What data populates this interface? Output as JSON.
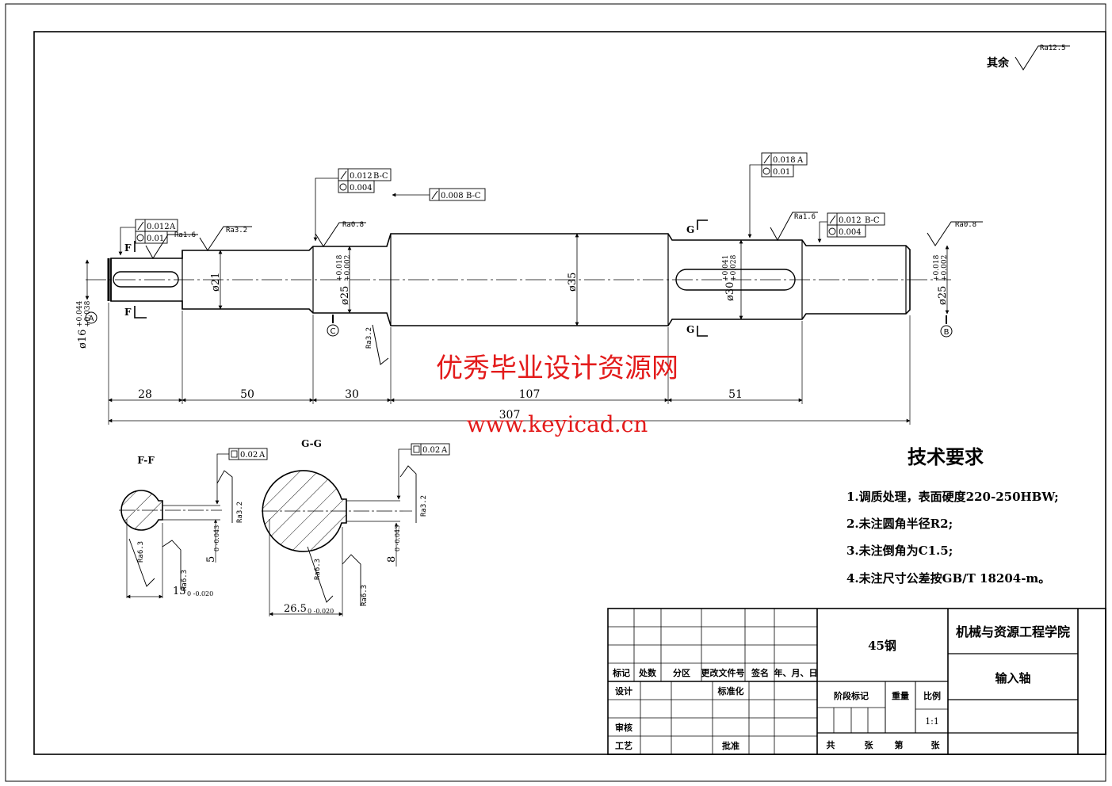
{
  "roughness_other": {
    "prefix": "其余",
    "value": "Ra12.5"
  },
  "roughness": {
    "left_end": "Ra1.6",
    "shaft21": "Ra3.2",
    "seat_c": "Ra0.8",
    "seat_c_shoulder": "Ra3.2",
    "key_g_right": "Ra1.6",
    "seat_b": "Ra0.8",
    "ff_flank": "Ra3.2",
    "ff_bottom": "Ra6.3",
    "ff_bottom2": "Ra6.3",
    "gg_flank": "Ra3.2",
    "gg_bottom": "Ra6.3",
    "gg_bottom2": "Ra6.3"
  },
  "tolerance_frames": {
    "left_runout": {
      "value": "0.012",
      "datum": "A"
    },
    "left_cyl": {
      "value": "0.01"
    },
    "c_runout": {
      "value": "0.012",
      "datum": "B-C"
    },
    "c_cyl": {
      "value": "0.004"
    },
    "d35_runout": {
      "value": "0.008",
      "datum": "B-C"
    },
    "g_runout": {
      "value": "0.018",
      "datum": "A"
    },
    "g_cyl": {
      "value": "0.01"
    },
    "b_runout": {
      "value": "0.012",
      "datum": "B-C"
    },
    "b_cyl": {
      "value": "0.004"
    },
    "ff_sym": {
      "value": "0.02",
      "datum": "A"
    },
    "gg_sym": {
      "value": "0.02",
      "datum": "A"
    }
  },
  "diameters": {
    "d16": "ø16",
    "d16_tol_upper": "+0.044",
    "d16_tol_lower": "+0.038",
    "d21": "ø21",
    "d25c": "ø25",
    "d25c_tol_upper": "+0.018",
    "d25c_tol_lower": "+0.002",
    "d35": "ø35",
    "d30": "ø30",
    "d30_tol_upper": "+0.041",
    "d30_tol_lower": "+0.028",
    "d25b": "ø25",
    "d25b_tol_upper": "+0.018",
    "d25b_tol_lower": "+0.002"
  },
  "lengths": {
    "l28": "28",
    "l50": "50",
    "l30": "30",
    "l107": "107",
    "l51": "51",
    "total": "307"
  },
  "datums": {
    "a": "A",
    "b": "B",
    "c": "C"
  },
  "sections": {
    "f_mark": "F",
    "g_mark": "G",
    "ff_title": "F-F",
    "gg_title": "G-G",
    "ff_depth": "5",
    "ff_depth_tol": "0 -0.043",
    "ff_width": "13",
    "ff_width_tol": "0 -0.020",
    "gg_depth": "8",
    "gg_depth_tol": "0 -0.043",
    "gg_width": "26.5",
    "gg_width_tol": "0 -0.020"
  },
  "watermark": {
    "title": "优秀毕业设计资源网",
    "url": "www.keyicad.cn"
  },
  "tech_requirements": {
    "heading": "技术要求",
    "items": [
      "1.调质处理，表面硬度220-250HBW;",
      "2.未注圆角半径R2;",
      "3.未注倒角为C1.5;",
      "4.未注尺寸公差按GB/T 18204-m。"
    ]
  },
  "title_block": {
    "material": "45钢",
    "school": "机械与资源工程学院",
    "part_name": "输入轴",
    "rev_headers": [
      "标记",
      "处数",
      "分区",
      "更改文件号",
      "签名",
      "年、月、日"
    ],
    "design": "设计",
    "standardize": "标准化",
    "review": "审核",
    "process": "工艺",
    "approve": "批准",
    "stage_mark": "阶段标记",
    "weight": "重量",
    "scale": "比例",
    "scale_value": "1:1",
    "total": "共",
    "sheets": "张",
    "page": "第",
    "sheet": "张"
  }
}
